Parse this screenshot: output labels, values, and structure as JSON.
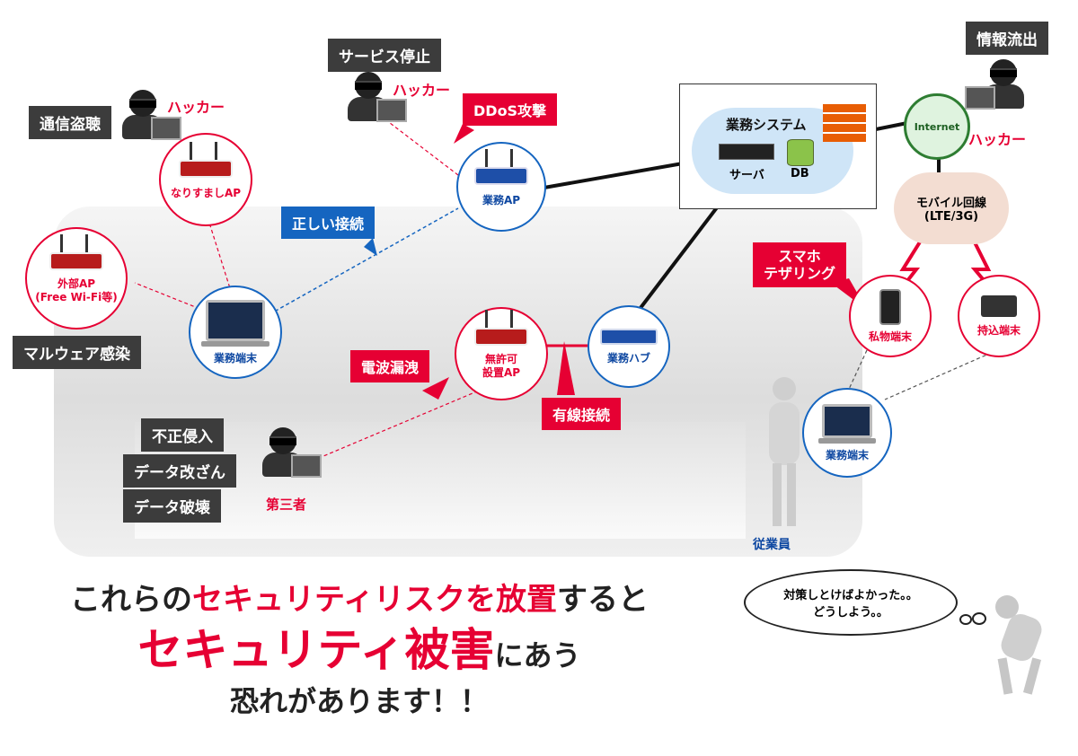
{
  "labels": {
    "tsushin_tocho": "通信盗聴",
    "service_stop": "サービス停止",
    "info_leak": "情報流出",
    "malware": "マルウェア感染",
    "fusei_shinnyu": "不正侵入",
    "data_kaizan": "データ改ざん",
    "data_hakai": "データ破壊",
    "ddos": "DDoS攻撃",
    "dempa": "電波漏洩",
    "yusen": "有線接続",
    "sumaho_tethering": "スマホ\nテザリング",
    "tadashii": "正しい接続"
  },
  "nodes": {
    "narisumashi_ap": "なりすましAP",
    "gaibu_ap_line1": "外部AP",
    "gaibu_ap_line2": "(Free Wi-Fi等)",
    "gyomu_ap": "業務AP",
    "gyomu_tanmatsu": "業務端末",
    "muyoka_line1": "無許可",
    "muyoka_line2": "設置AP",
    "gyomu_hub": "業務ハブ",
    "shibutsu": "私物端末",
    "mochikomi": "持込端末",
    "gyomu_tanmatsu2": "業務端末",
    "internet": "Internet"
  },
  "actors": {
    "hacker1": "ハッカー",
    "hacker2": "ハッカー",
    "hacker3": "ハッカー",
    "third_party": "第三者",
    "employee": "従業員"
  },
  "system": {
    "title": "業務システム",
    "server": "サーバ",
    "db": "DB"
  },
  "mobile": {
    "line1": "モバイル回線",
    "line2": "(LTE/3G)"
  },
  "thought": {
    "line1": "対策しとけばよかった。。",
    "line2": "どうしよう。。"
  },
  "headline": {
    "l1_a": "これらの",
    "l1_b": "セキュリティリスクを放置",
    "l1_c": "すると",
    "l2_a": "セキュリティ被害",
    "l2_b": "にあう",
    "l3": "恐れがあります！！"
  },
  "colors": {
    "red": "#e60033",
    "blue": "#1565c0",
    "dark": "#3c3c3c"
  }
}
